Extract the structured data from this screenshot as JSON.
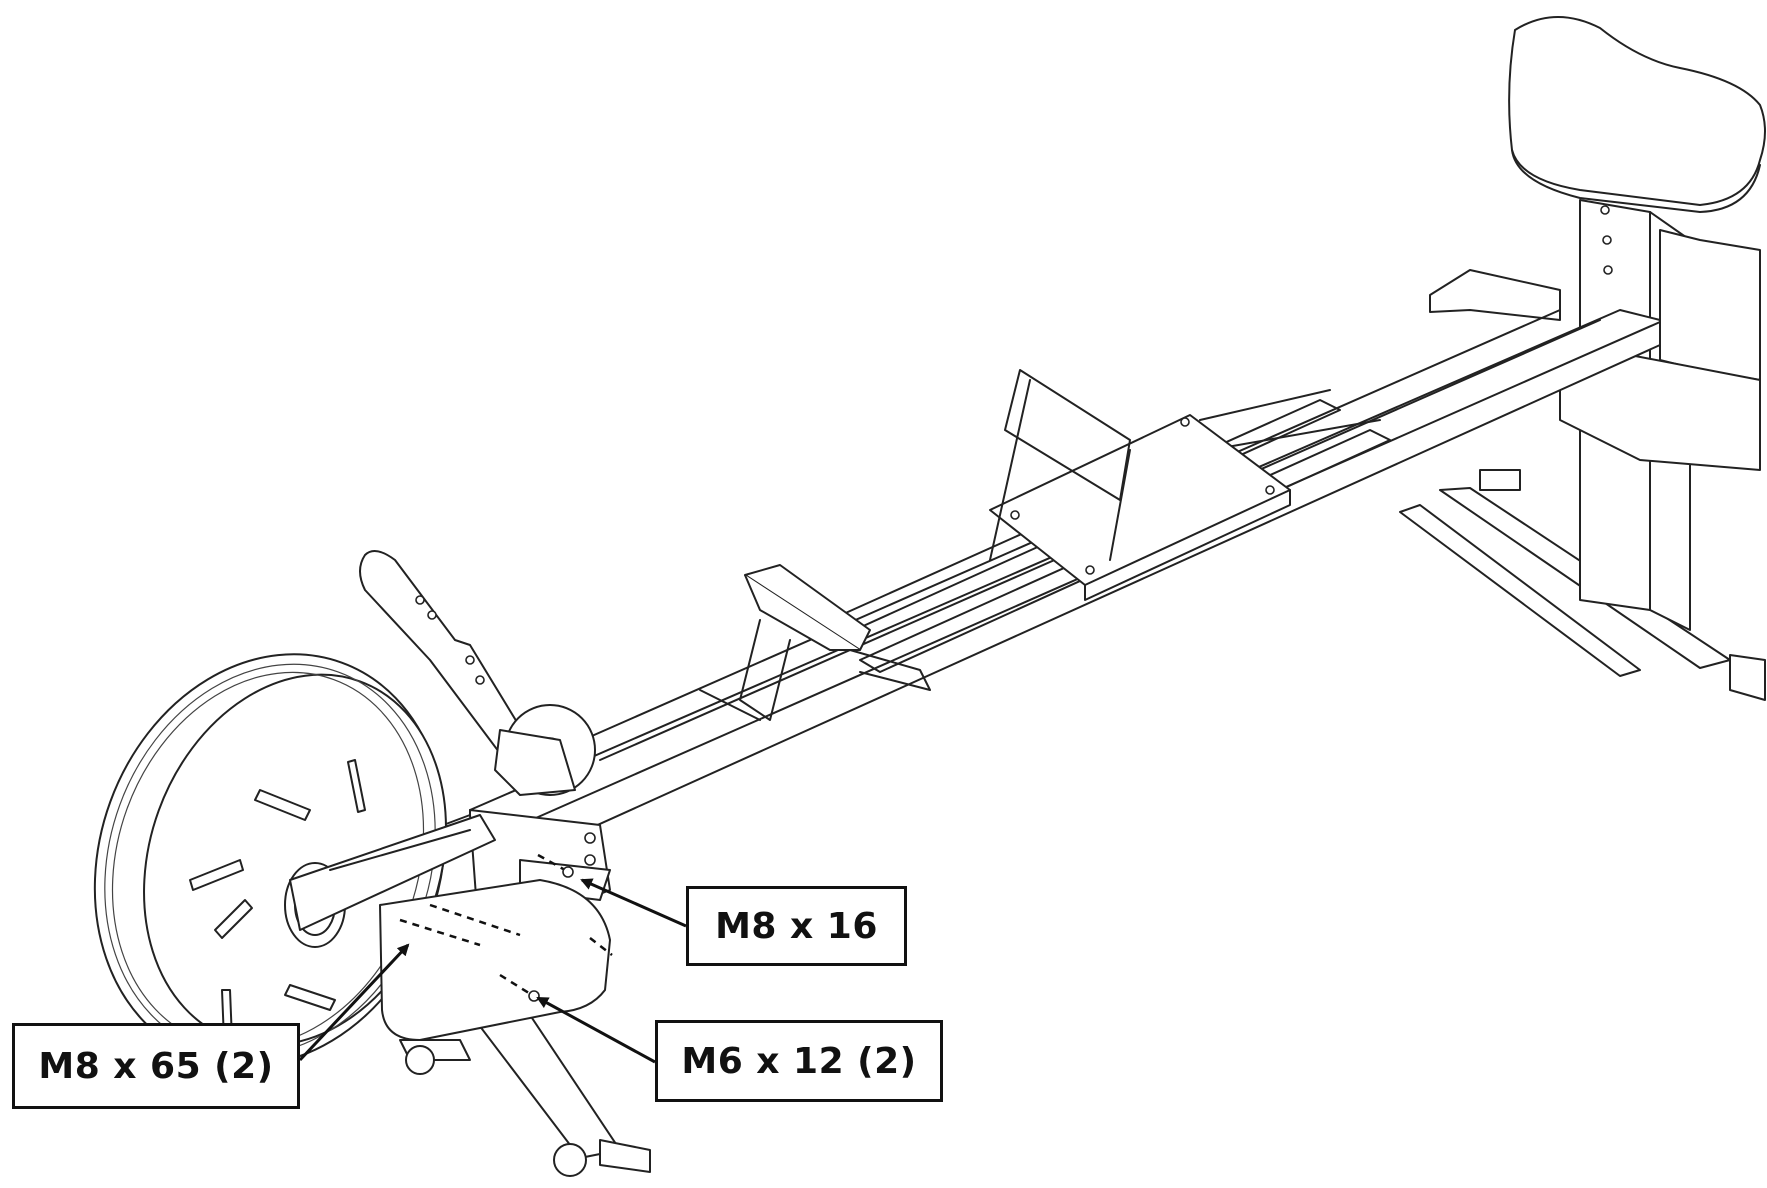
{
  "diagram": {
    "callouts": [
      {
        "id": "m8x16",
        "label": "M8 x 16"
      },
      {
        "id": "m8x65",
        "label": "M8 x 65 (2)"
      },
      {
        "id": "m6x12",
        "label": "M6 x 12 (2)"
      }
    ]
  }
}
